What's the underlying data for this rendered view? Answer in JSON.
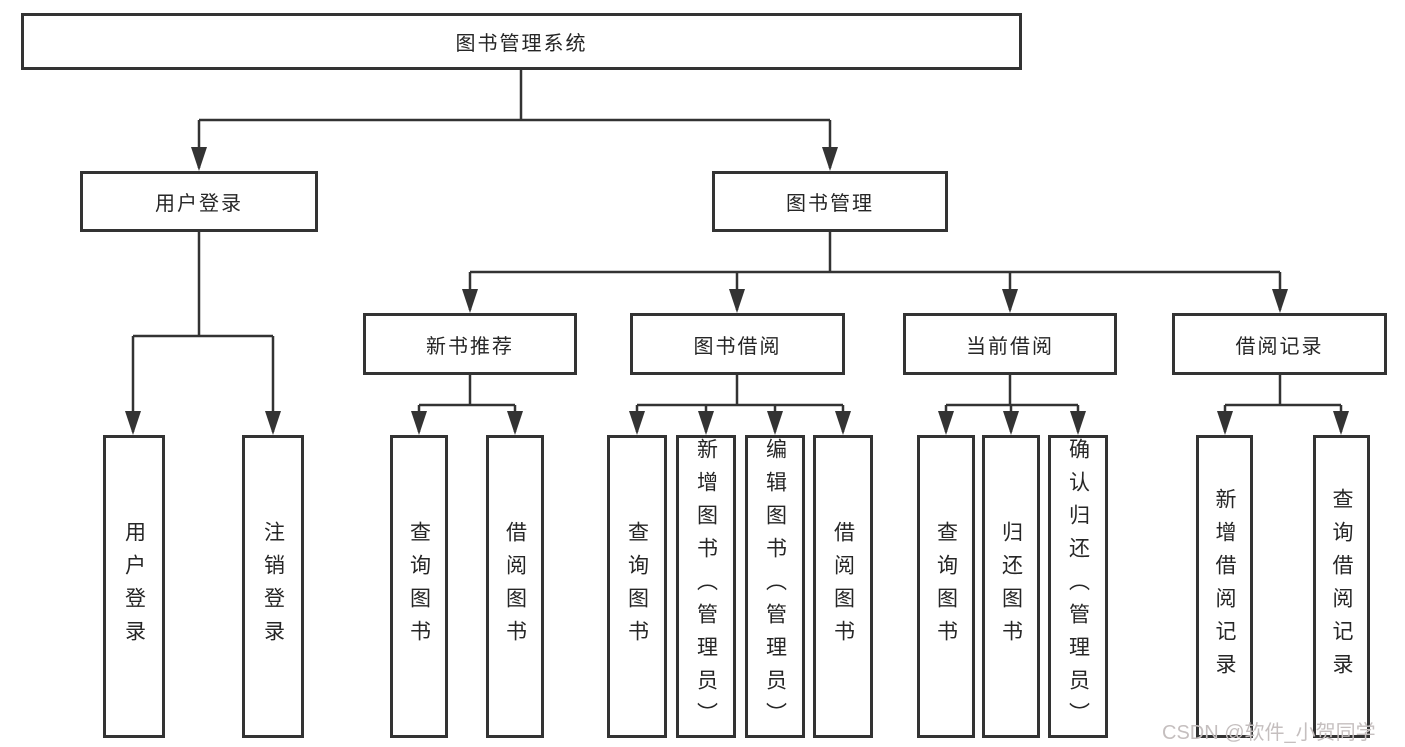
{
  "tree": {
    "root": "图书管理系统",
    "branches": [
      {
        "label": "用户登录",
        "children": [
          "用户登录",
          "注销登录"
        ]
      },
      {
        "label": "图书管理",
        "groups": [
          {
            "label": "新书推荐",
            "children": [
              "查询图书",
              "借阅图书"
            ]
          },
          {
            "label": "图书借阅",
            "children": [
              "查询图书",
              "新增图书（管理员）",
              "编辑图书（管理员）",
              "借阅图书"
            ]
          },
          {
            "label": "当前借阅",
            "children": [
              "查询图书",
              "归还图书",
              "确认归还（管理员）"
            ]
          },
          {
            "label": "借阅记录",
            "children": [
              "新增借阅记录",
              "查询借阅记录"
            ]
          }
        ]
      }
    ]
  },
  "watermark": {
    "text": "CSDN @软件_小贺同学"
  },
  "colors": {
    "line": "#333333",
    "text": "#262626",
    "watermark": "#c5bfbf",
    "background": "#ffffff"
  }
}
